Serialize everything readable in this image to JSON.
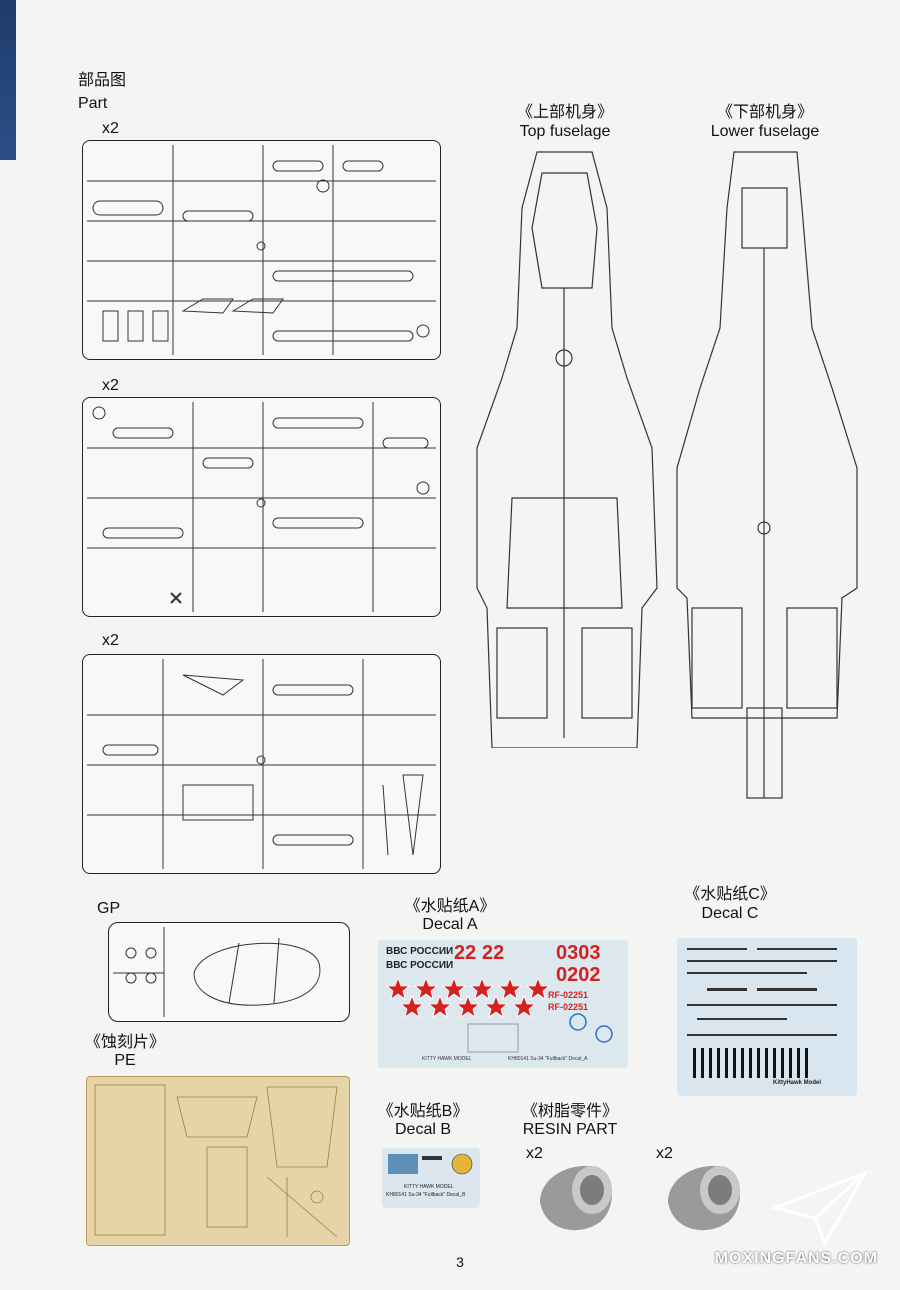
{
  "header": {
    "cn": "部品图",
    "en": "Part"
  },
  "sprues": [
    {
      "qty": "x2"
    },
    {
      "qty": "x2"
    },
    {
      "qty": "x2"
    }
  ],
  "top_fuselage": {
    "cn": "《上部机身》",
    "en": "Top fuselage"
  },
  "lower_fuselage": {
    "cn": "《下部机身》",
    "en": "Lower fuselage"
  },
  "gp": {
    "label": "GP"
  },
  "decal_a": {
    "cn": "《水贴纸A》",
    "en": "Decal A",
    "text1": "ВВС РОССИИ",
    "text2": "ВВС РОССИИ",
    "num1": "22",
    "num2": "22",
    "num3": "0303",
    "num4": "0202",
    "reg1": "RF-02251",
    "reg2": "RF-02251",
    "footer_left": "KITTY HAWK MODEL",
    "footer_right": "KH80141 Su-34 \"Fullback\" Decal_A"
  },
  "decal_c": {
    "cn": "《水贴纸C》",
    "en": "Decal C",
    "footer": "KittyHawk Model"
  },
  "pe": {
    "cn": "《蚀刻片》",
    "en": "PE"
  },
  "decal_b": {
    "cn": "《水贴纸B》",
    "en": "Decal B",
    "footer1": "KITTY HAWK MODEL",
    "footer2": "KH80141 Su-34 \"Fullback\" Decal_B"
  },
  "resin": {
    "cn": "《树脂零件》",
    "en": "RESIN PART",
    "qty1": "x2",
    "qty2": "x2"
  },
  "page": {
    "number": "3"
  },
  "watermark": {
    "text": "MOXINGFANS.COM"
  }
}
